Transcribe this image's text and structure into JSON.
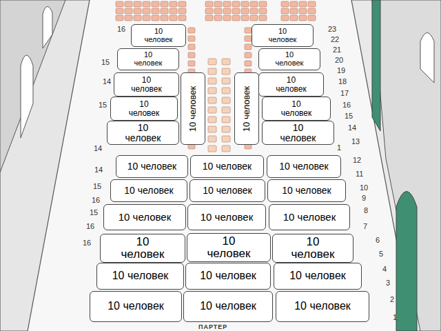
{
  "diagram": {
    "nodes": [
      {
        "text": [
          "10 человек"
        ]
      },
      {
        "text": [
          "10 человек"
        ]
      },
      {
        "text": [
          "10 человек"
        ]
      },
      {
        "text": [
          "10 человек"
        ]
      },
      {
        "text": [
          "10 человек"
        ]
      },
      {
        "text": [
          "10 человек"
        ]
      },
      {
        "text": [
          "10 человек"
        ]
      },
      {
        "text": [
          "10 человек"
        ]
      },
      {
        "text": [
          "10 человек"
        ]
      },
      {
        "text": [
          "10 человек"
        ]
      },
      {
        "text": [
          "10 человек"
        ]
      },
      {
        "text": [
          "10 человек"
        ]
      },
      {
        "text": [
          "10 человек"
        ]
      },
      {
        "text": [
          "10 человек"
        ]
      },
      {
        "text": [
          "10 человек"
        ]
      },
      {
        "text": [
          "10 человек"
        ]
      },
      {
        "text": [
          "10 человек"
        ]
      },
      {
        "text": [
          "10 человек"
        ]
      },
      {
        "text": [
          "10 человек"
        ]
      },
      {
        "text": [
          "10 человек"
        ]
      },
      {
        "text": [
          "10 человек"
        ]
      },
      {
        "text": [
          "10 человек"
        ]
      },
      {
        "text": [
          "10 человек"
        ]
      },
      {
        "text": [
          "10 человек"
        ]
      },
      {
        "text": [
          "10 человек"
        ]
      },
      {
        "text": [
          "10 человек"
        ]
      },
      {
        "text": [
          "10 человек"
        ]
      },
      {
        "text": [
          "10 человек"
        ]
      },
      {
        "text": [
          "10 человек"
        ]
      },
      {
        "text": [
          "10 человек"
        ]
      }
    ],
    "labels": [
      "23",
      "22",
      "21",
      "20",
      "19",
      "18",
      "17",
      "16",
      "15",
      "14",
      "13",
      "1",
      "16",
      "15",
      "14",
      "15",
      "14",
      "12",
      "11",
      "10",
      "9",
      "8",
      "7",
      "6",
      "5",
      "4",
      "3",
      "2",
      "1",
      "14",
      "15",
      "16",
      "15",
      "16",
      "16",
      "ПАРТЕР"
    ]
  }
}
